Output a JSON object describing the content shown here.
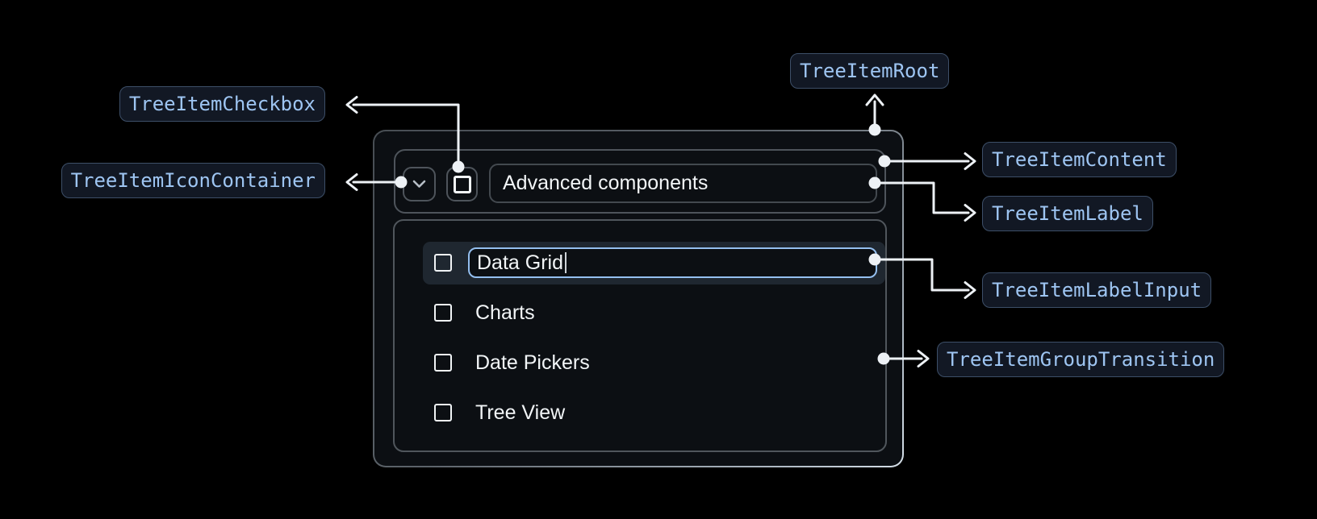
{
  "annotations": {
    "checkbox": "TreeItemCheckbox",
    "icon_container": "TreeItemIconContainer",
    "root": "TreeItemRoot",
    "content": "TreeItemContent",
    "label": "TreeItemLabel",
    "label_input": "TreeItemLabelInput",
    "group_transition": "TreeItemGroupTransition"
  },
  "tree": {
    "parent": {
      "label": "Advanced components",
      "expanded": true,
      "checked": false
    },
    "children": [
      {
        "label": "Data Grid",
        "editing": true,
        "input_value": "Data Grid",
        "checked": false
      },
      {
        "label": "Charts",
        "checked": false
      },
      {
        "label": "Date Pickers",
        "checked": false
      },
      {
        "label": "Tree View",
        "checked": false
      }
    ]
  },
  "icons": {
    "expand": "chevron-down-icon",
    "checkbox": "checkbox-unchecked-icon"
  },
  "colors": {
    "background": "#000000",
    "panel_background": "#0c0f13",
    "accent_blue_border": "#94bfef",
    "chip_text": "#9ec5f2",
    "chip_background": "#121824",
    "chip_border": "#3d4f68",
    "connector": "#edf1f5",
    "box_border_grey": "#4e545b",
    "row_highlight": "#1f2730",
    "text": "#f2f5f7"
  }
}
